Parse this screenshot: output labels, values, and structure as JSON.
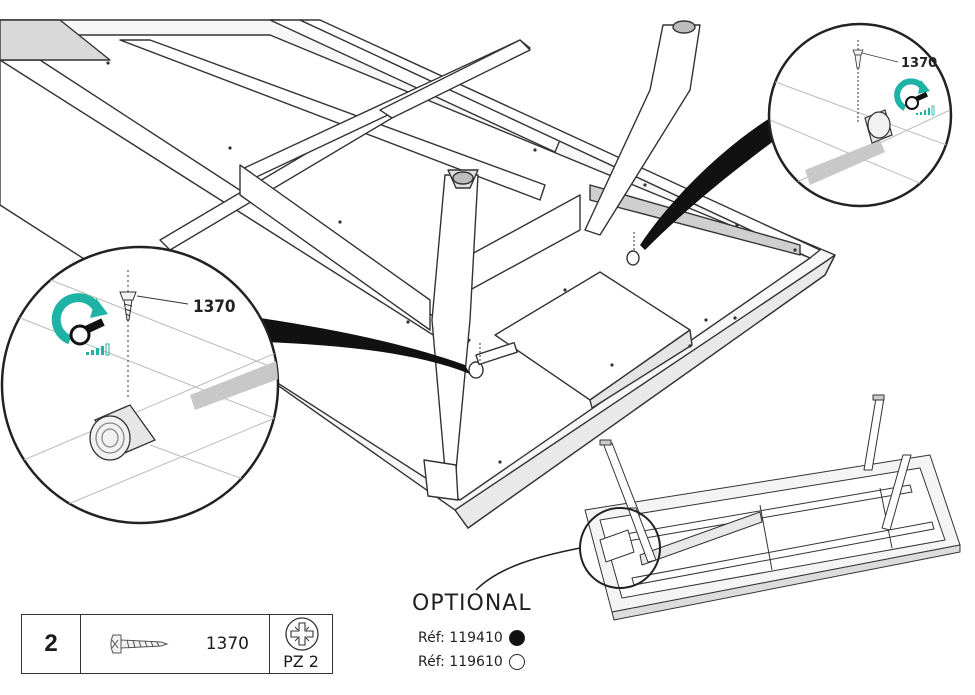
{
  "callout_left": {
    "part_code": "1370"
  },
  "callout_right": {
    "part_code": "1370"
  },
  "optional": {
    "title": "OPTIONAL",
    "refs": [
      {
        "label": "Réf: 119410",
        "fill": "#111111"
      },
      {
        "label": "Réf: 119610",
        "fill": "#ffffff"
      }
    ]
  },
  "parts_table": {
    "quantity": "2",
    "part_code": "1370",
    "tool": "PZ 2"
  },
  "colors": {
    "accent": "#1fb3a6",
    "line": "#333333",
    "shade": "#cfcfcf"
  },
  "icons": [
    "wrench-rotate-icon",
    "torque-level-icon",
    "screw-icon",
    "pozidriv-icon"
  ]
}
